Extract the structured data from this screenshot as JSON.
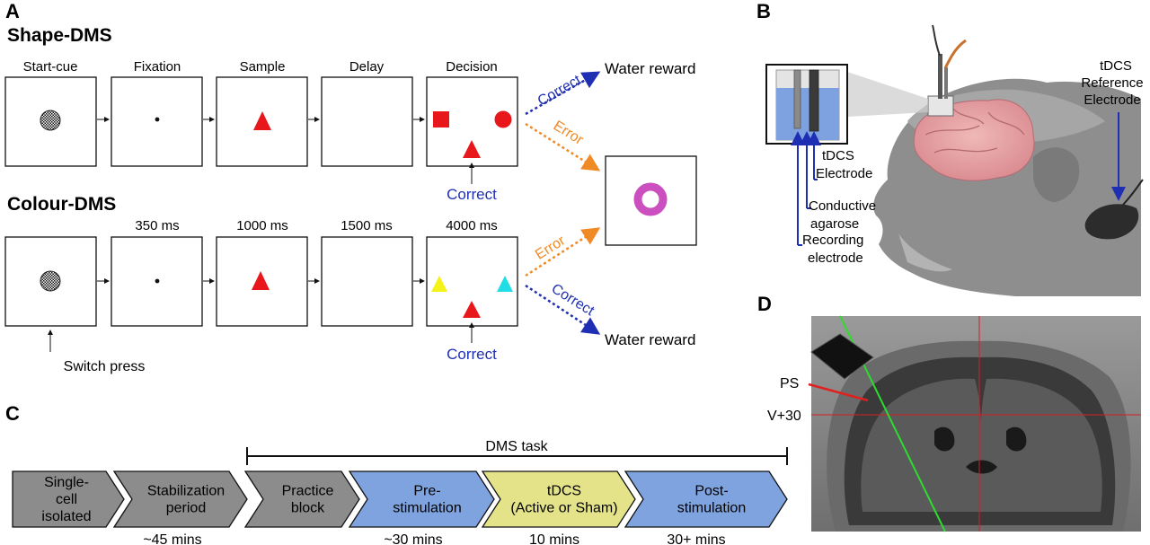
{
  "panel_labels": {
    "a": "A",
    "b": "B",
    "c": "C",
    "d": "D"
  },
  "panel_a": {
    "shape_title": "Shape-DMS",
    "colour_title": "Colour-DMS",
    "stage_labels": [
      "Start-cue",
      "Fixation",
      "Sample",
      "Delay",
      "Decision"
    ],
    "durations": [
      "350 ms",
      "1000 ms",
      "1500 ms",
      "4000 ms"
    ],
    "correct_label": "Correct",
    "error_label": "Error",
    "water_reward": "Water reward",
    "correct_pointer_label": "Correct",
    "switch_press": "Switch press",
    "colors": {
      "red": "#e8171b",
      "blue_text": "#1f2fb3",
      "orange": "#f08a24",
      "magenta": "#cc4fc0",
      "yellow": "#f5f21a",
      "cyan": "#22dde6"
    }
  },
  "panel_b": {
    "tdcs_electrode": [
      "tDCS",
      "Electrode"
    ],
    "conductive": [
      "Conductive",
      "agarose"
    ],
    "recording": [
      "Recording",
      "electrode"
    ],
    "reference": [
      "tDCS",
      "Reference",
      "Electrode"
    ]
  },
  "panel_c": {
    "dms_task": "DMS task",
    "steps": [
      {
        "lines": [
          "Single-",
          "cell",
          "isolated"
        ],
        "color": "#8c8c8c"
      },
      {
        "lines": [
          "Stabilization",
          "period"
        ],
        "color": "#8c8c8c"
      },
      {
        "lines": [
          "Practice",
          "block"
        ],
        "color": "#8c8c8c"
      },
      {
        "lines": [
          "Pre-",
          "stimulation"
        ],
        "color": "#7fa3de"
      },
      {
        "lines": [
          "tDCS",
          "(Active or Sham)"
        ],
        "color": "#e4e38a"
      },
      {
        "lines": [
          "Post-",
          "stimulation"
        ],
        "color": "#7fa3de"
      }
    ],
    "times": [
      "~45 mins",
      "~30 mins",
      "10 mins",
      "30+ mins"
    ]
  },
  "panel_d": {
    "ps_label": "PS",
    "v_label": "V+30"
  }
}
